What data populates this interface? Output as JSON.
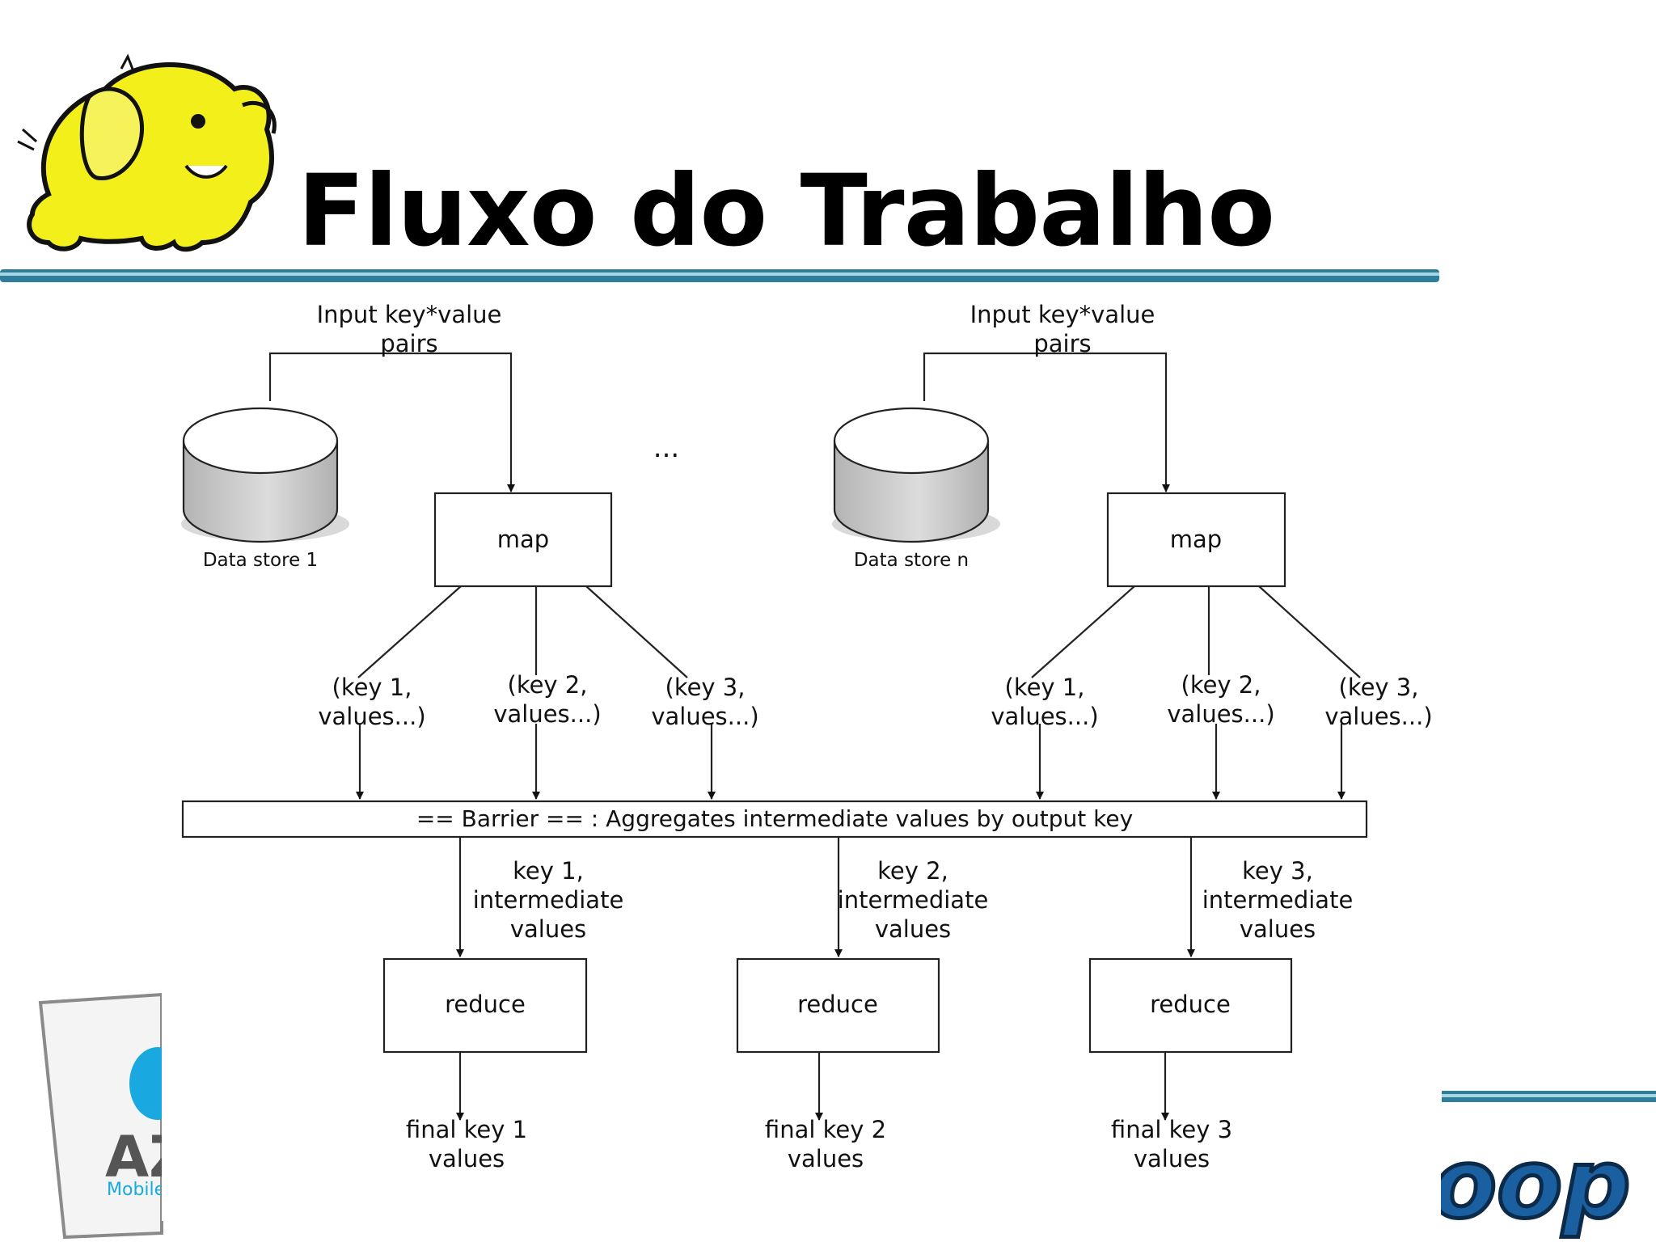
{
  "slide": {
    "title": "Fluxo do Trabalho"
  },
  "diagram": {
    "input_label_left": [
      "Input key*value",
      "pairs"
    ],
    "input_label_right": [
      "Input key*value",
      "pairs"
    ],
    "ellipsis": "...",
    "data_store_left": "Data store 1",
    "data_store_right": "Data store n",
    "map_label": "map",
    "map_outputs": [
      [
        "(key 1,",
        "values...)"
      ],
      [
        "(key 2,",
        "values...)"
      ],
      [
        "(key 3,",
        "values...)"
      ]
    ],
    "barrier_text": "== Barrier ==  : Aggregates intermediate values by output key",
    "intermediate_labels": [
      [
        "key 1,",
        "intermediate",
        "values"
      ],
      [
        "key 2,",
        "intermediate",
        "values"
      ],
      [
        "key 3,",
        "intermediate",
        "values"
      ]
    ],
    "reduce_label": "reduce",
    "final_labels": [
      [
        "final key 1",
        "values"
      ],
      [
        "final key 2",
        "values"
      ],
      [
        "final key 3",
        "values"
      ]
    ]
  },
  "colors": {
    "accent_bar": "#2e7d9a",
    "logo_yellow": "#f2ef1a",
    "cylinder_grey": "#cfcfcf"
  },
  "icons": [
    "hadoop-elephant-logo",
    "database-cylinder-icon"
  ]
}
